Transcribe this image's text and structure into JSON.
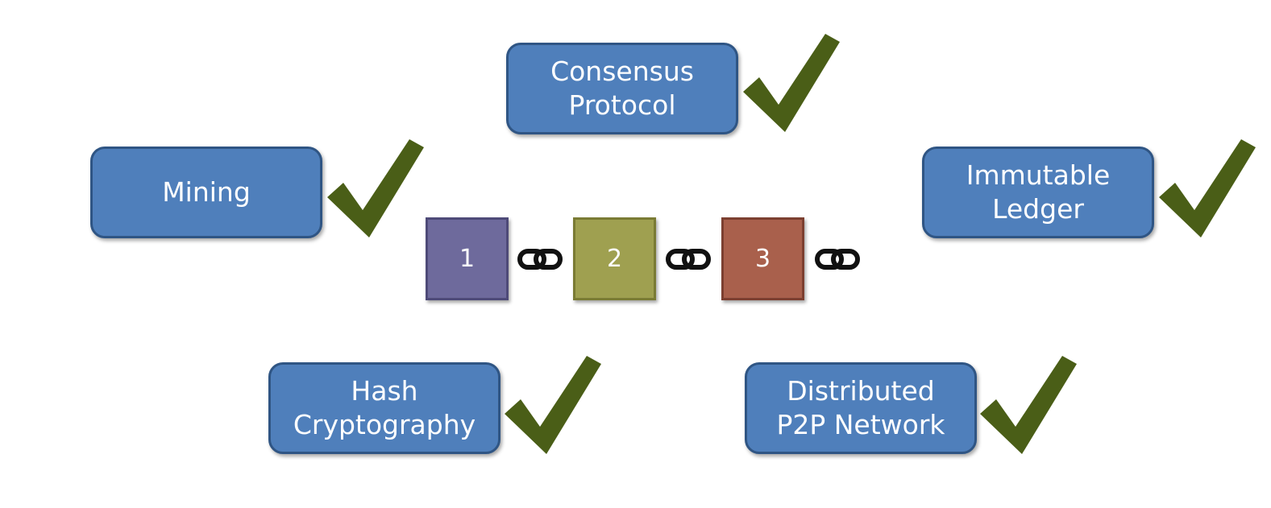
{
  "colors": {
    "box_fill": "#4f7fbb",
    "box_border": "#2f5584",
    "check": "#4a5e17",
    "block_1": "#6e6a9c",
    "block_2": "#9fa050",
    "block_3": "#a9604c"
  },
  "concepts": {
    "consensus": {
      "line1": "Consensus",
      "line2": "Protocol"
    },
    "mining": {
      "line1": "Mining"
    },
    "ledger": {
      "line1": "Immutable",
      "line2": "Ledger"
    },
    "hash": {
      "line1": "Hash",
      "line2": "Cryptography"
    },
    "network": {
      "line1": "Distributed",
      "line2": "P2P Network"
    }
  },
  "chain": {
    "blocks": [
      "1",
      "2",
      "3"
    ],
    "link_icon": "chain-link-icon"
  },
  "check_icon": "checkmark-icon"
}
